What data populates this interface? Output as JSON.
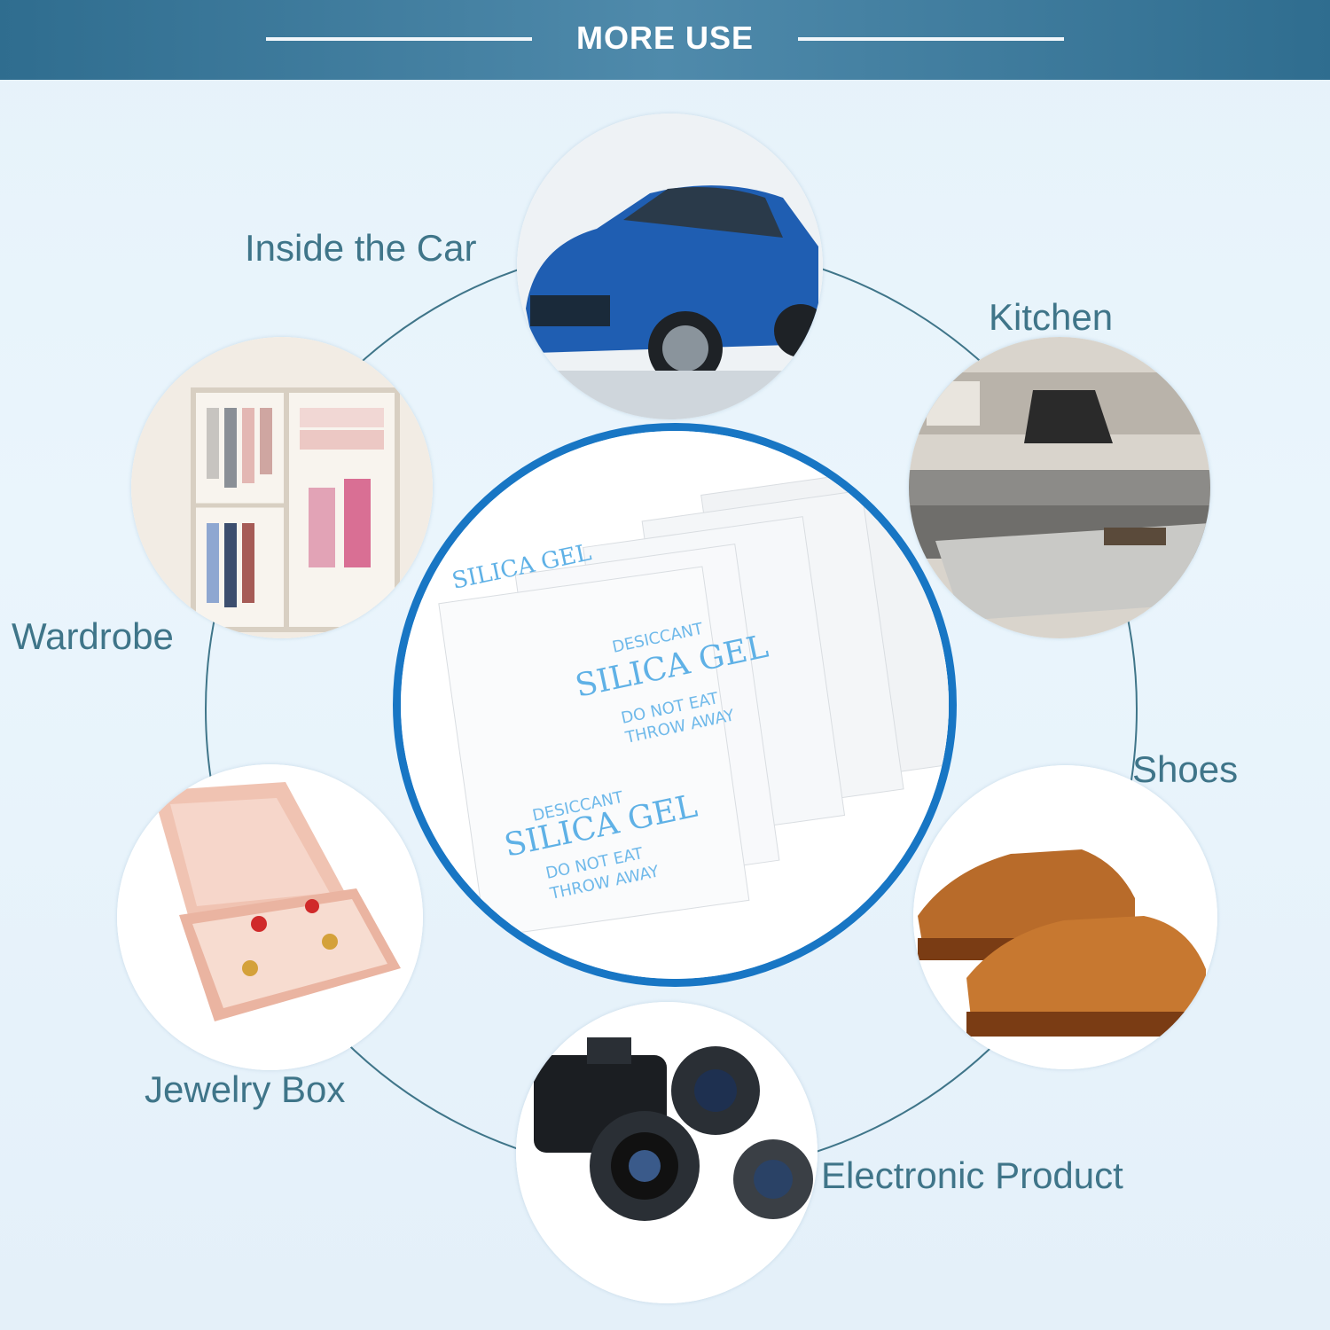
{
  "banner": {
    "title": "MORE USE"
  },
  "uses": {
    "car": "Inside the Car",
    "kitchen": "Kitchen",
    "wardrobe": "Wardrobe",
    "shoes": "Shoes",
    "jewelry": "Jewelry Box",
    "electronics": "Electronic Product"
  },
  "packet": {
    "word1": "SILICA GEL",
    "word2": "DESICCANT",
    "word3": "DO NOT EAT",
    "word4": "THROW AWAY"
  },
  "colors": {
    "banner": "#3d7a9c",
    "ring": "#3f7589",
    "accent": "#1876c4",
    "label": "#3f7589",
    "packet_text": "#5fb1e6"
  }
}
